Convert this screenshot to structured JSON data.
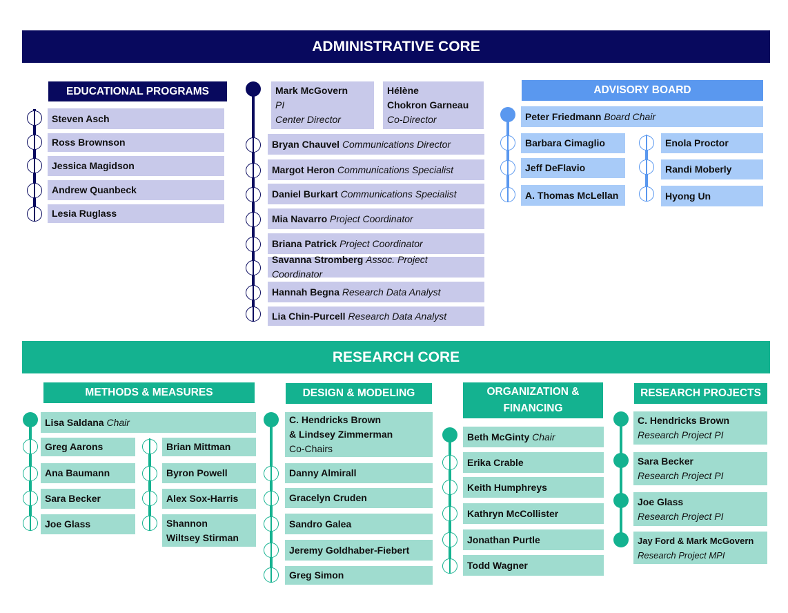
{
  "admin": {
    "title": "ADMINISTRATIVE CORE",
    "edu": {
      "title": "EDUCATIONAL PROGRAMS",
      "members": [
        "Steven Asch",
        "Ross Brownson",
        "Jessica Magidson",
        "Andrew Quanbeck",
        "Lesia Ruglass"
      ]
    },
    "leadership": {
      "pi": {
        "name": "Mark McGovern",
        "role1": "PI",
        "role2": "Center Director"
      },
      "codir": {
        "name1": "Hélène",
        "name2": "Chokron Garneau",
        "role": "Co-Director"
      },
      "staff": [
        {
          "name": "Bryan Chauvel",
          "role": "Communications Director"
        },
        {
          "name": "Margot Heron",
          "role": "Communications Specialist"
        },
        {
          "name": "Daniel Burkart",
          "role": "Communications Specialist"
        },
        {
          "name": "Mia Navarro",
          "role": "Project Coordinator"
        },
        {
          "name": "Briana Patrick",
          "role": "Project Coordinator"
        },
        {
          "name": "Savanna Stromberg",
          "role": "Assoc. Project Coordinator"
        },
        {
          "name": "Hannah Begna",
          "role": "Research Data Analyst"
        },
        {
          "name": "Lia Chin-Purcell",
          "role": "Research Data Analyst"
        }
      ]
    },
    "advisory": {
      "title": "ADVISORY BOARD",
      "chair": {
        "name": "Peter Friedmann",
        "role": "Board Chair"
      },
      "left": [
        "Barbara Cimaglio",
        "Jeff DeFlavio",
        "A. Thomas McLellan"
      ],
      "right": [
        "Enola Proctor",
        "Randi Moberly",
        "Hyong Un"
      ]
    }
  },
  "research": {
    "title": "RESEARCH CORE",
    "methods": {
      "title": "METHODS & MEASURES",
      "chair": {
        "name": "Lisa Saldana",
        "role": "Chair"
      },
      "left": [
        "Greg Aarons",
        "Ana Baumann",
        "Sara Becker",
        "Joe Glass"
      ],
      "right": [
        "Brian Mittman",
        "Byron Powell",
        "Alex Sox-Harris"
      ],
      "right_last": {
        "line1": "Shannon",
        "line2": "Wiltsey Stirman"
      }
    },
    "design": {
      "title": "DESIGN & MODELING",
      "chairs": {
        "line1": "C. Hendricks Brown",
        "line2": "& Lindsey Zimmerman",
        "role": "Co-Chairs"
      },
      "members": [
        "Danny Almirall",
        "Gracelyn Cruden",
        "Sandro Galea",
        "Jeremy Goldhaber-Fiebert",
        "Greg Simon"
      ]
    },
    "org": {
      "title_line1": "ORGANIZATION &",
      "title_line2": "FINANCING",
      "chair": {
        "name": "Beth McGinty",
        "role": "Chair"
      },
      "members": [
        "Erika Crable",
        "Keith Humphreys",
        "Kathryn McCollister",
        "Jonathan Purtle",
        "Todd Wagner"
      ]
    },
    "projects": {
      "title": "RESEARCH PROJECTS",
      "items": [
        {
          "name": "C. Hendricks Brown",
          "role": "Research Project PI"
        },
        {
          "name": "Sara Becker",
          "role": "Research Project PI"
        },
        {
          "name": "Joe Glass",
          "role": "Research Project PI"
        },
        {
          "name": "Jay Ford & Mark McGovern",
          "role": "Research Project MPI"
        }
      ]
    }
  }
}
